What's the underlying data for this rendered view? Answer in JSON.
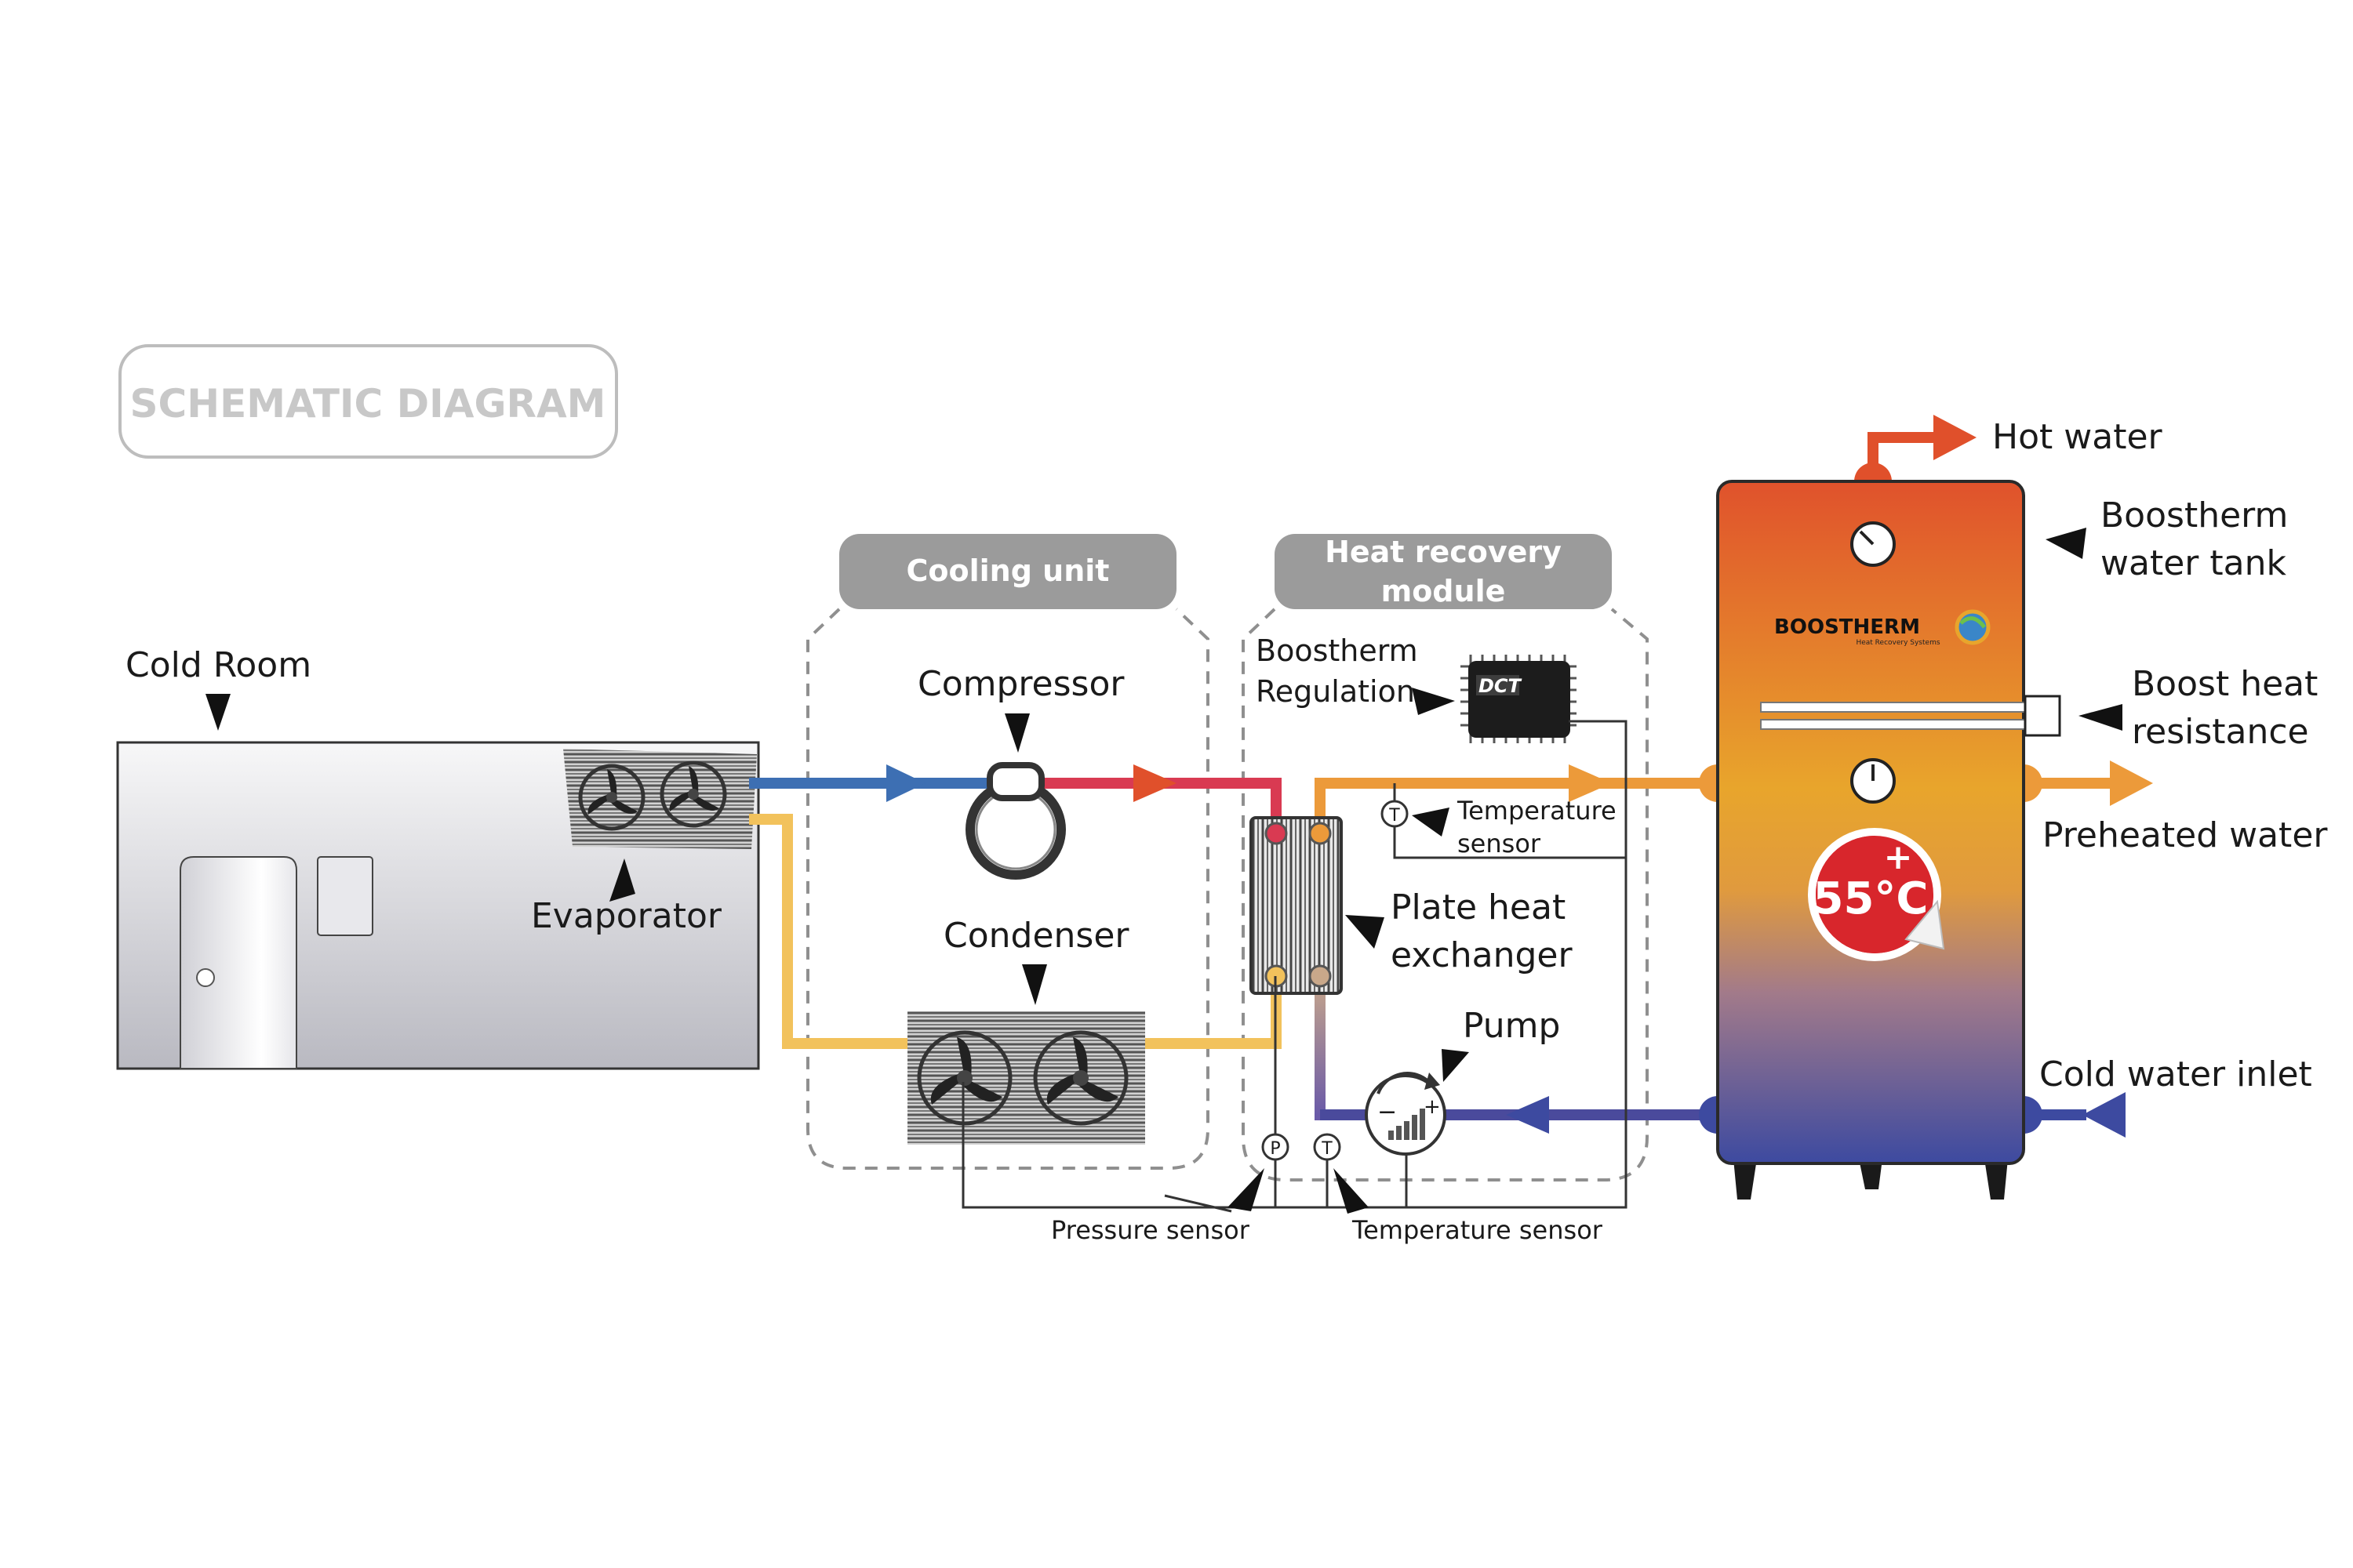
{
  "title": "SCHEMATIC DIAGRAM",
  "sections": {
    "cooling_unit": "Cooling unit",
    "heat_recovery_line1": "Heat recovery",
    "heat_recovery_line2": "module"
  },
  "labels": {
    "cold_room": "Cold Room",
    "evaporator": "Evaporator",
    "compressor": "Compressor",
    "condenser": "Condenser",
    "regulation_line1": "Boostherm",
    "regulation_line2": "Regulation",
    "temp_sensor_top_line1": "Temperature",
    "temp_sensor_top_line2": "sensor",
    "plate_hx_line1": "Plate heat",
    "plate_hx_line2": "exchanger",
    "pump": "Pump",
    "pressure_sensor": "Pressure sensor",
    "temp_sensor_bottom": "Temperature sensor",
    "hot_water": "Hot water",
    "tank_line1": "Boostherm",
    "tank_line2": "water tank",
    "boost_line1": "Boost heat",
    "boost_line2": "resistance",
    "preheated_water": "Preheated water",
    "cold_water_inlet": "Cold water inlet",
    "temperature_badge": "55°C",
    "badge_plus": "+",
    "brand": "BOOSTHERM",
    "brand_sub": "Heat Recovery Systems",
    "chip": "DCT",
    "sensor_p": "P",
    "sensor_t": "T"
  },
  "colors": {
    "blue_pipe": "#3d6fb3",
    "red_pipe": "#d93a52",
    "yellow_pipe": "#f2c25c",
    "orange_pipe": "#ec9a3a",
    "purple_pipe": "#4a4a9c",
    "hot_arrow": "#e0502b",
    "tank_top": "#e0522c",
    "tank_mid": "#e8a52c",
    "tank_bottom": "#3d4aa0",
    "badge": "#d8262c",
    "section_badge": "#9b9b9b"
  }
}
